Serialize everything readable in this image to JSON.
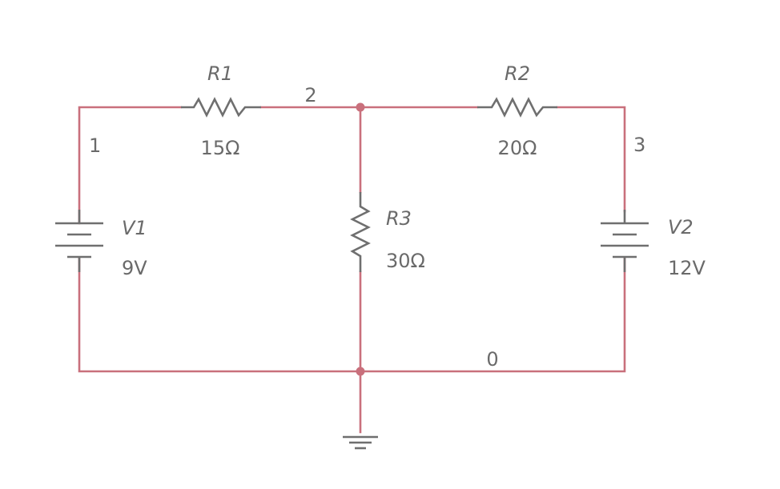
{
  "colors": {
    "wire": "#c9707c",
    "component": "#6f6f6f",
    "text": "#6a6a6a",
    "background": "#ffffff"
  },
  "nodes": {
    "n1": "1",
    "n2": "2",
    "n3": "3",
    "n0": "0"
  },
  "components": {
    "r1": {
      "name": "R1",
      "value": "15Ω"
    },
    "r2": {
      "name": "R2",
      "value": "20Ω"
    },
    "r3": {
      "name": "R3",
      "value": "30Ω"
    },
    "v1": {
      "name": "V1",
      "value": "9V"
    },
    "v2": {
      "name": "V2",
      "value": "12V"
    }
  },
  "icons": {
    "ground": "ground-icon",
    "battery": "battery-icon",
    "resistor": "resistor-icon"
  }
}
